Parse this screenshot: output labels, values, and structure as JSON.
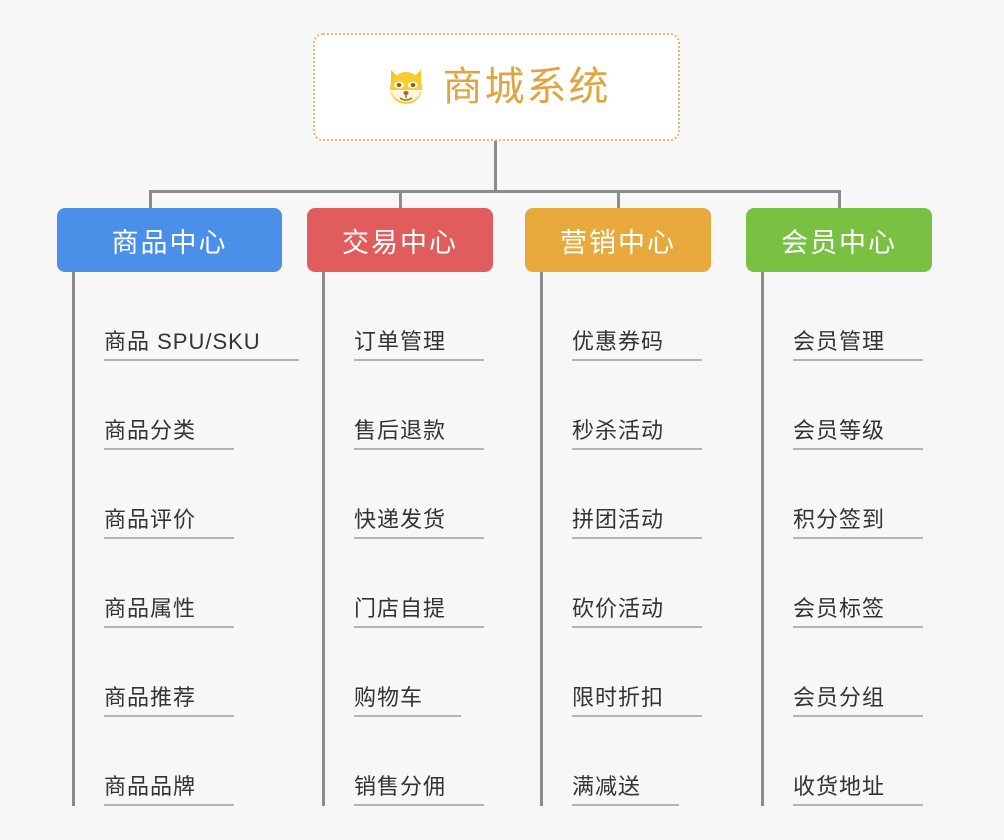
{
  "root": {
    "title": "商城系统",
    "icon": "shiba-dog-emoji",
    "border_color": "#e8b96a",
    "title_color": "#e0a540",
    "background": "#ffffff"
  },
  "canvas": {
    "background": "#f7f7f7",
    "connector_color": "#8c8c8c",
    "leaf_text_color": "#333333",
    "leaf_underline_color": "#b5b5b5"
  },
  "columns": [
    {
      "header": "商品中心",
      "color": "#4a90e8",
      "items": [
        "商品 SPU/SKU",
        "商品分类",
        "商品评价",
        "商品属性",
        "商品推荐",
        "商品品牌"
      ]
    },
    {
      "header": "交易中心",
      "color": "#e15c5c",
      "items": [
        "订单管理",
        "售后退款",
        "快递发货",
        "门店自提",
        "购物车",
        "销售分佣"
      ]
    },
    {
      "header": "营销中心",
      "color": "#e8a93c",
      "items": [
        "优惠券码",
        "秒杀活动",
        "拼团活动",
        "砍价活动",
        "限时折扣",
        "满减送"
      ]
    },
    {
      "header": "会员中心",
      "color": "#7ac143",
      "items": [
        "会员管理",
        "会员等级",
        "积分签到",
        "会员标签",
        "会员分组",
        "收货地址"
      ]
    }
  ]
}
